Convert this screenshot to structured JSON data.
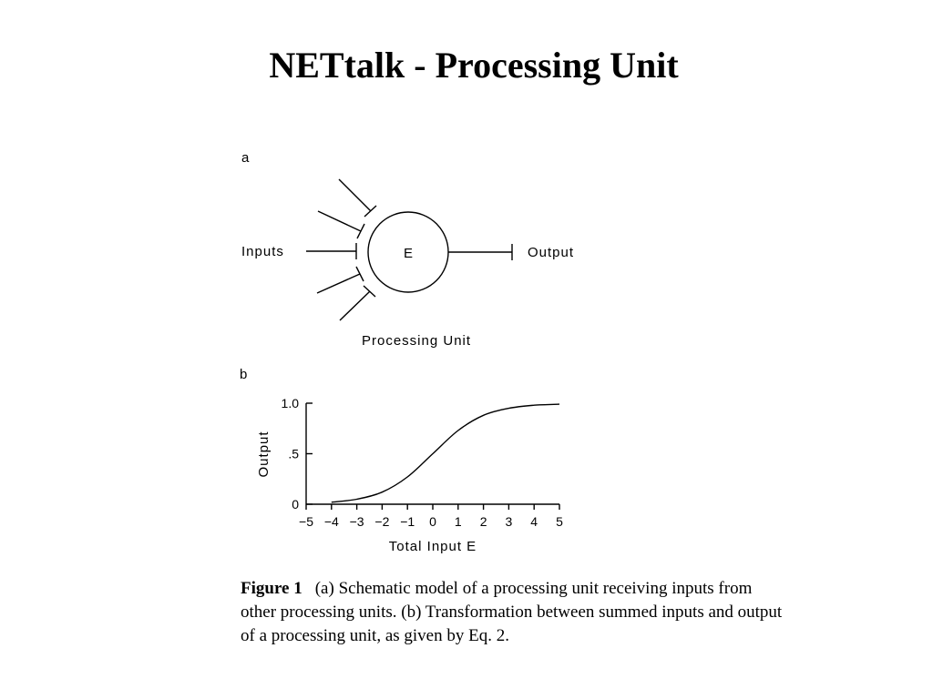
{
  "slide": {
    "title": "NETtalk - Processing Unit"
  },
  "panel_a": {
    "letter": "a",
    "inputs_label": "Inputs",
    "unit_symbol": "E",
    "output_label": "Output",
    "caption": "Processing Unit"
  },
  "panel_b": {
    "letter": "b"
  },
  "chart_data": {
    "type": "line",
    "xlabel": "Total Input E",
    "ylabel": "Output",
    "xlim": [
      -5,
      5
    ],
    "ylim": [
      0,
      1.0
    ],
    "x_ticks": [
      "-5",
      "-4",
      "-3",
      "-2",
      "-1",
      "0",
      "1",
      "2",
      "3",
      "4",
      "5"
    ],
    "y_ticks": [
      "0",
      ".5",
      "1.0"
    ],
    "series": [
      {
        "x": [
          -4,
          -3,
          -2,
          -1,
          0,
          1,
          2,
          3,
          4,
          5
        ],
        "y": [
          0.02,
          0.05,
          0.12,
          0.27,
          0.5,
          0.73,
          0.88,
          0.95,
          0.98,
          0.99
        ]
      }
    ]
  },
  "figure_caption": {
    "label": "Figure 1",
    "text": "(a) Schematic model of a processing unit receiving inputs from other processing units. (b) Transformation between summed inputs and output of a processing unit, as given by Eq. 2."
  }
}
